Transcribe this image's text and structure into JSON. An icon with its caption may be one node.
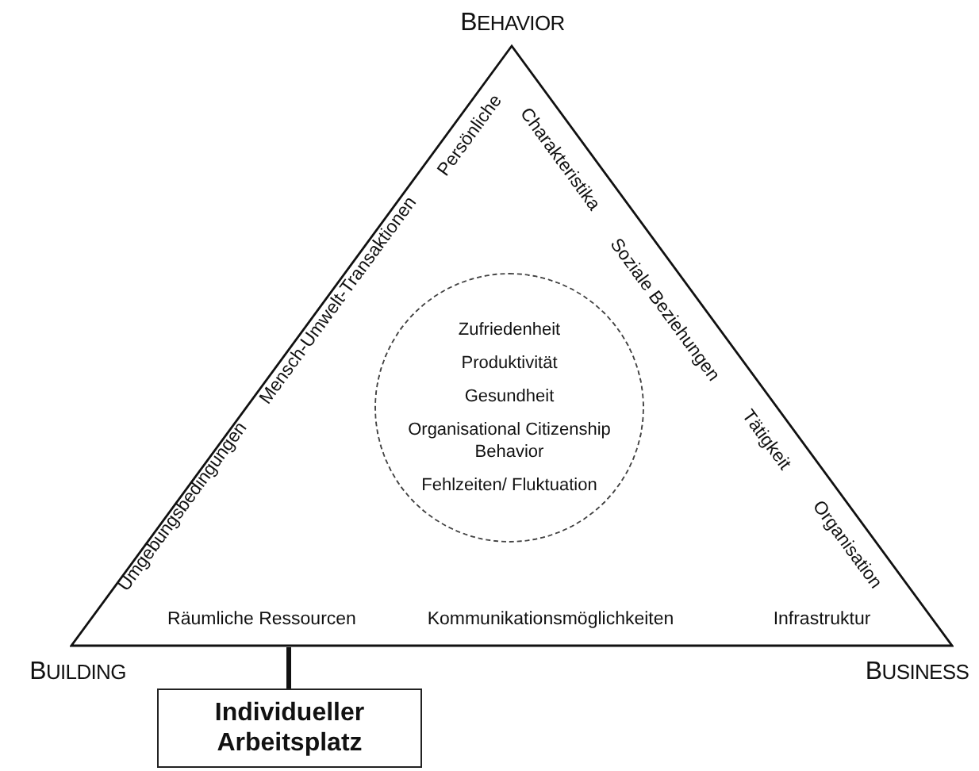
{
  "diagram": {
    "nodes": [
      {
        "text": [],
        "shape": "triangle"
      },
      {
        "text": [
          "Zufriedenheit",
          "Produktivität",
          "Gesundheit",
          "Organisational Citizenship Behavior",
          "Fehlzeiten/ Fluktuation"
        ],
        "in": 0
      },
      {
        "text": [
          "Individueller Arbeitsplatz"
        ]
      }
    ],
    "edges": [
      {
        "from": 0,
        "to": 2,
        "arrow": "none"
      }
    ],
    "labels": [
      "BEHAVIOR",
      "Persönliche",
      "Charakteristika",
      "Mensch-Umwelt-Transaktionen",
      "Soziale Beziehungen",
      "Tätigkeit",
      "Umgebungsbedingungen",
      "Organisation",
      "Räumliche Ressourcen",
      "Kommunikationsmöglichkeiten",
      "Infrastruktur",
      "BUILDING",
      "BUSINESS"
    ]
  }
}
